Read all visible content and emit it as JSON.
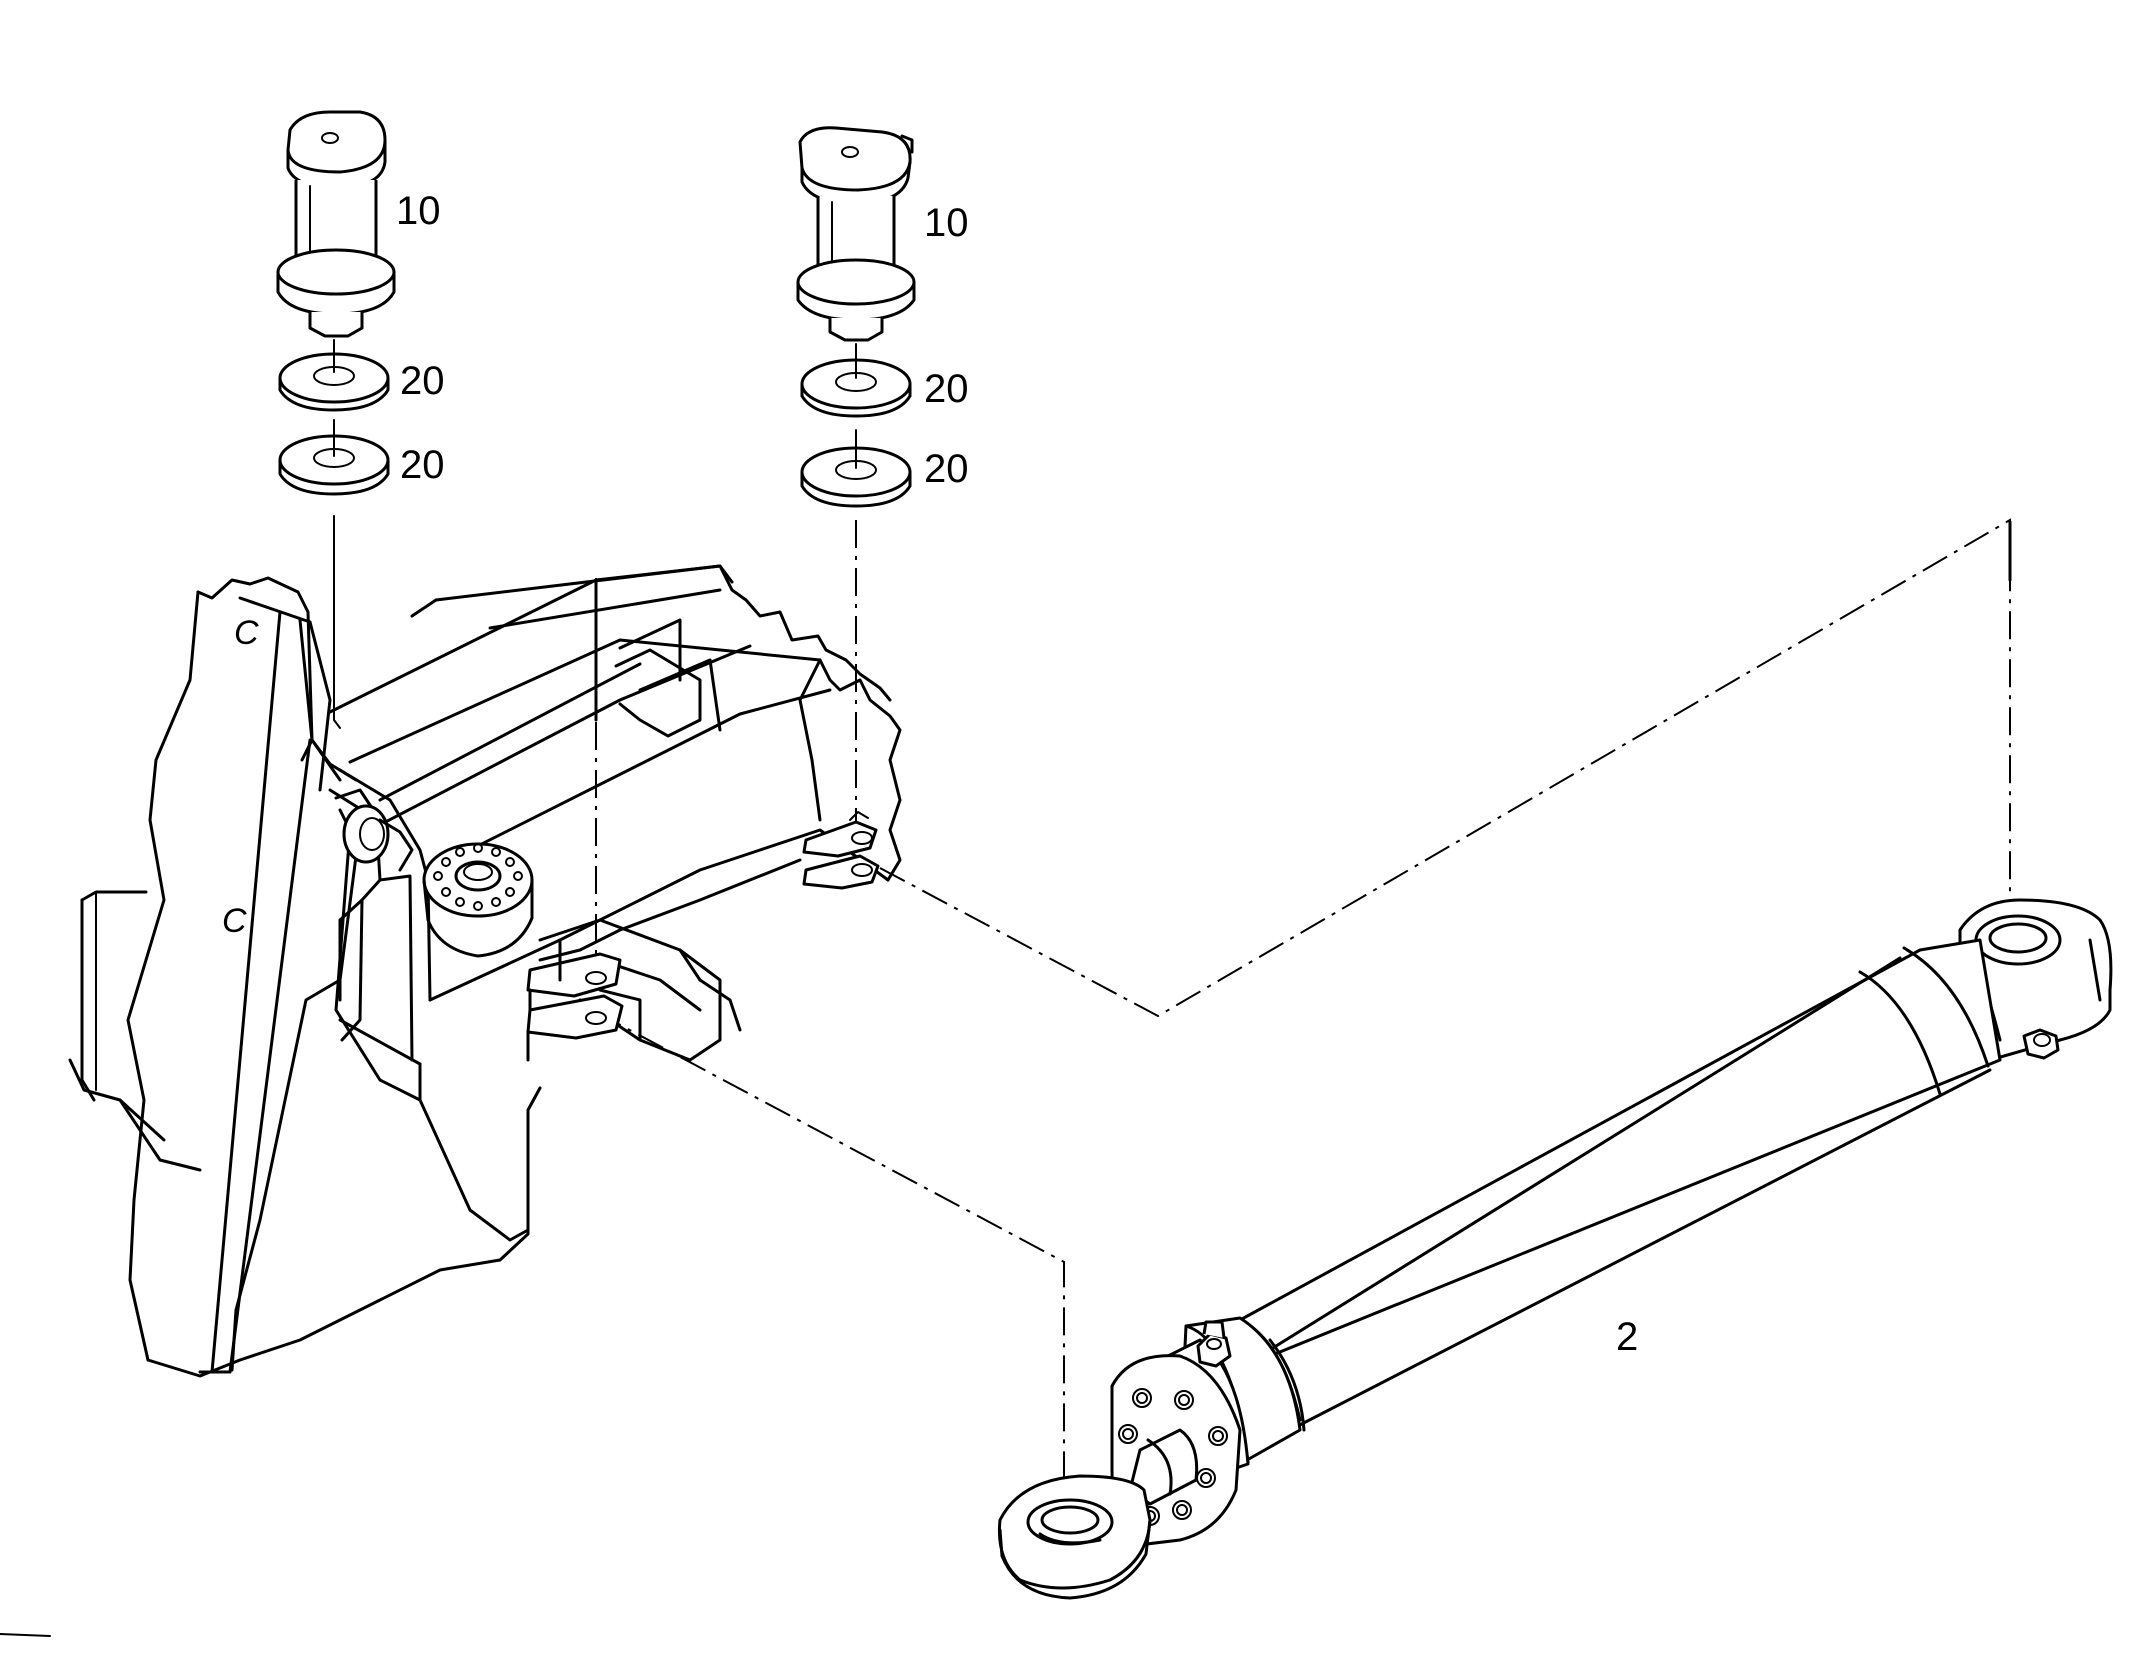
{
  "callouts": {
    "pin_left": "10",
    "pin_right": "10",
    "washer_left_upper": "20",
    "washer_left_lower": "20",
    "washer_right_upper": "20",
    "washer_right_lower": "20",
    "cylinder": "2"
  },
  "frame_marks": {
    "upper": "C",
    "lower": "C"
  }
}
